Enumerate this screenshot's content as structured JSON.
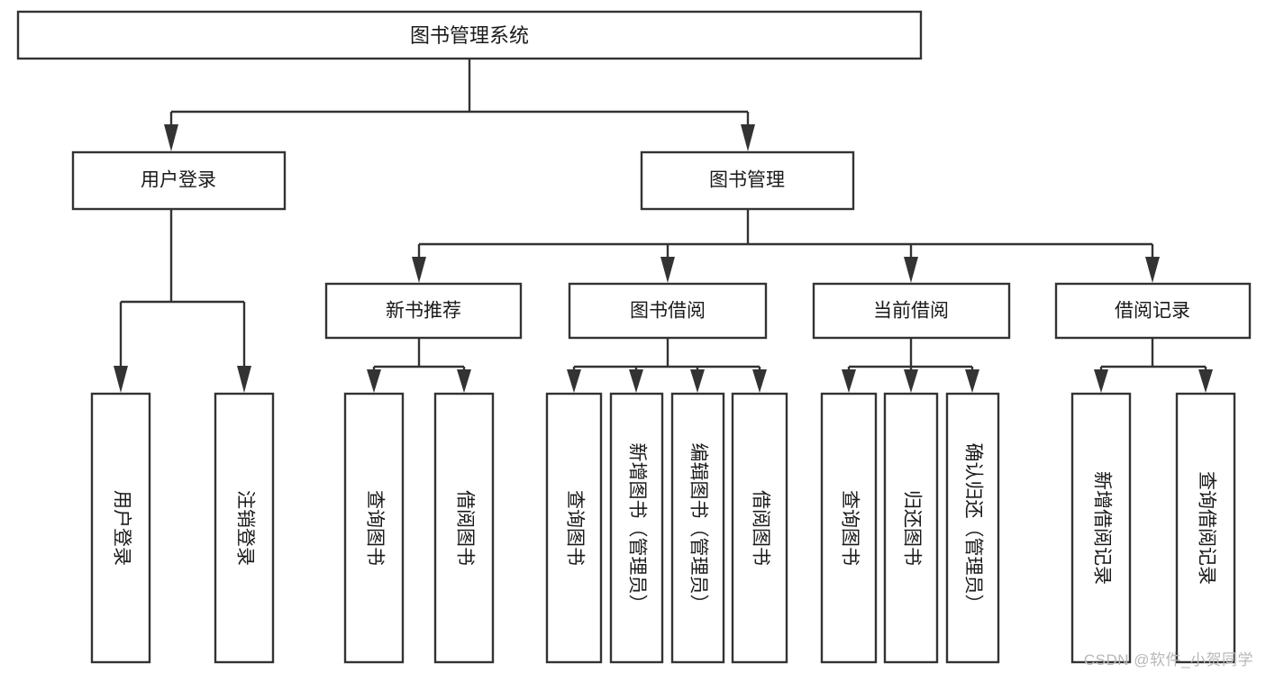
{
  "diagram": {
    "kind": "tree-hierarchy-diagram",
    "title": "图书管理系统",
    "watermark": "CSDN @软件_小贺同学",
    "colors": {
      "stroke": "#333333",
      "fill": "#ffffff",
      "text": "#1a1a1a",
      "watermark": "#b8b8b8",
      "background": "#ffffff"
    },
    "levels": {
      "root": {
        "label": "图书管理系统"
      },
      "level2": [
        {
          "label": "用户登录"
        },
        {
          "label": "图书管理"
        }
      ],
      "level3": [
        {
          "label": "新书推荐"
        },
        {
          "label": "图书借阅"
        },
        {
          "label": "当前借阅"
        },
        {
          "label": "借阅记录"
        }
      ],
      "leaves": {
        "user_login": [
          {
            "label": "用户登录"
          },
          {
            "label": "注销登录"
          }
        ],
        "new_book_recommend": [
          {
            "label": "查询图书"
          },
          {
            "label": "借阅图书"
          }
        ],
        "book_borrow": [
          {
            "label": "查询图书"
          },
          {
            "label": "新增图书（管理员）"
          },
          {
            "label": "编辑图书（管理员）"
          },
          {
            "label": "借阅图书"
          }
        ],
        "current_borrow": [
          {
            "label": "查询图书"
          },
          {
            "label": "归还图书"
          },
          {
            "label": "确认归还（管理员）"
          }
        ],
        "borrow_record": [
          {
            "label": "新增借阅记录"
          },
          {
            "label": "查询借阅记录"
          }
        ]
      }
    }
  }
}
